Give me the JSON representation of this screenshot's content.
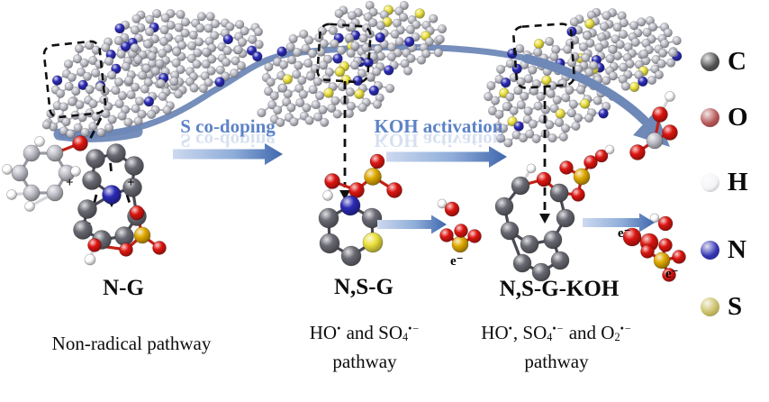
{
  "process_arrows": [
    {
      "label": "S co-doping"
    },
    {
      "label": "KOH activation"
    }
  ],
  "stages": [
    {
      "name": "N-G",
      "pathway": "Non-radical pathway"
    },
    {
      "name": "N,S-G",
      "pathway_rich": [
        [
          "t",
          "HO"
        ],
        [
          "sup",
          "•"
        ],
        [
          "t",
          " and SO"
        ],
        [
          "sub",
          "4"
        ],
        [
          "sup",
          "•−"
        ]
      ],
      "pathway_line2": "pathway"
    },
    {
      "name": "N,S-G-KOH",
      "pathway_rich": [
        [
          "t",
          "HO"
        ],
        [
          "sup",
          "•"
        ],
        [
          "t",
          ", SO"
        ],
        [
          "sub",
          "4"
        ],
        [
          "sup",
          "•−"
        ],
        [
          "t",
          " and O"
        ],
        [
          "sub",
          "2"
        ],
        [
          "sup",
          "•−"
        ]
      ],
      "pathway_line2": "pathway"
    }
  ],
  "legend": {
    "items": [
      {
        "element": "C",
        "color": "#4f4f4f"
      },
      {
        "element": "O",
        "color": "#b45454"
      },
      {
        "element": "H",
        "color": "#f4f4f6"
      },
      {
        "element": "N",
        "color": "#3434b2"
      },
      {
        "element": "S",
        "color": "#c9bd64"
      }
    ]
  },
  "annotations": {
    "electron": "e⁻",
    "plus_charge": "+"
  },
  "atom_colors": {
    "carbon": "#c0c0c9",
    "carbon_dark": "#696973",
    "nitrogen": "#2a2ab5",
    "sulfur_dopant": "#ece13e",
    "sulfur_gold": "#dfa800",
    "oxygen": "#dc1510",
    "hydrogen": "#ffffff"
  },
  "flow_arc_color": "#6e88b7",
  "reaction_arrow_colors": {
    "start": "#cdd9f0",
    "mid": "#8fadd9",
    "end": "#3f66ad"
  },
  "highlight_color": "#101010"
}
